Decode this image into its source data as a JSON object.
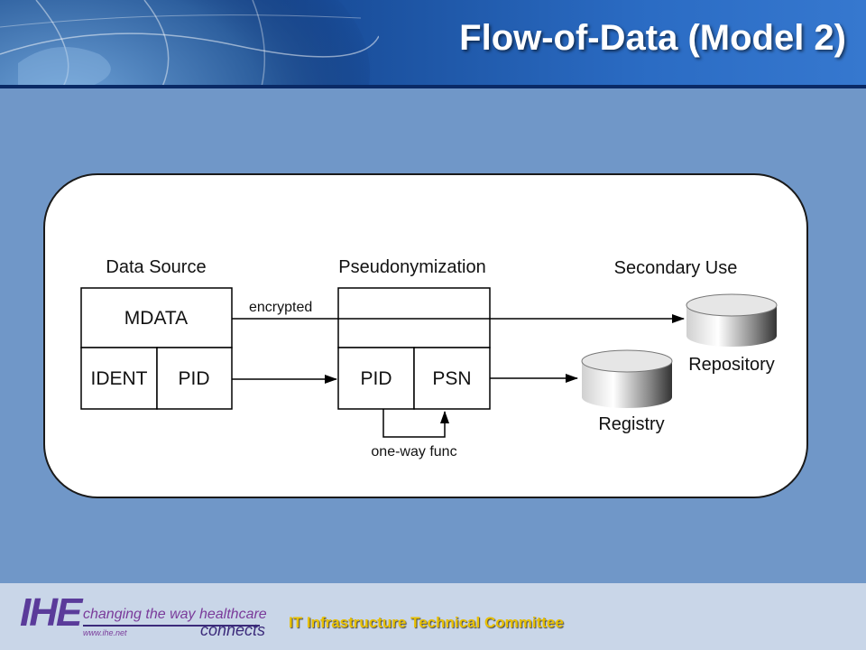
{
  "slide": {
    "title": "Flow-of-Data (Model 2)"
  },
  "diagram": {
    "data_source": {
      "heading": "Data Source",
      "mdata": "MDATA",
      "ident": "IDENT",
      "pid": "PID"
    },
    "pseudonymization": {
      "heading": "Pseudonymization",
      "pid": "PID",
      "psn": "PSN",
      "loop_label": "one-way func"
    },
    "secondary_use": {
      "heading": "Secondary Use",
      "repository": "Repository",
      "registry": "Registry"
    },
    "edge_encrypted": "encrypted"
  },
  "footer": {
    "logo_text": "IHE",
    "tagline": "changing the way healthcare",
    "web": "www.ihe.net",
    "connects": "connects",
    "committee": "IT Infrastructure Technical Committee"
  },
  "colors": {
    "background": "#7097c8",
    "title_text": "#ffffff",
    "footer_text": "#e8c000",
    "logo_purple": "#5a3b9a"
  }
}
